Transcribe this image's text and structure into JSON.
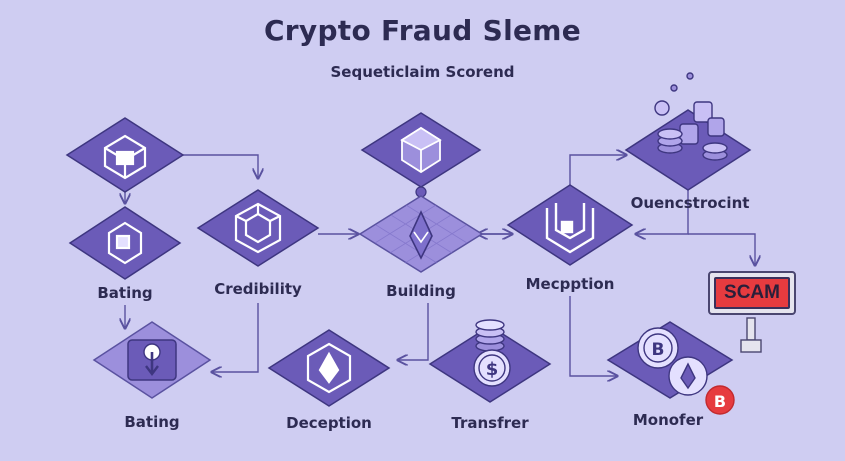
{
  "title": "Crypto Fraud Sleme",
  "subtitle": "Sequeticlaim Scorend",
  "labels": {
    "bating_top": "Bating",
    "credibility": "Credibility",
    "building": "Building",
    "mecpption": "Mecpption",
    "ouencstrocint": "Ouencstrocint",
    "bating_bottom": "Bating",
    "deception": "Deception",
    "transfrer": "Transfrer",
    "monofer": "Monofer"
  },
  "scam_sign": "SCAM",
  "colors": {
    "background": "#cfcdf2",
    "diamond": "#6b5bb8",
    "diamond_light": "#9c8fdc",
    "accent_red": "#e63b3f",
    "arrow": "#5a52a0"
  },
  "icons": [
    "cube-icon",
    "hexagon-cube-icon",
    "crystal-icon",
    "ethereum-icon",
    "open-box-icon",
    "coin-stack-icon",
    "down-arrow-icon",
    "dollar-coin-icon",
    "bitcoin-coin-icon",
    "scam-sign-icon"
  ]
}
